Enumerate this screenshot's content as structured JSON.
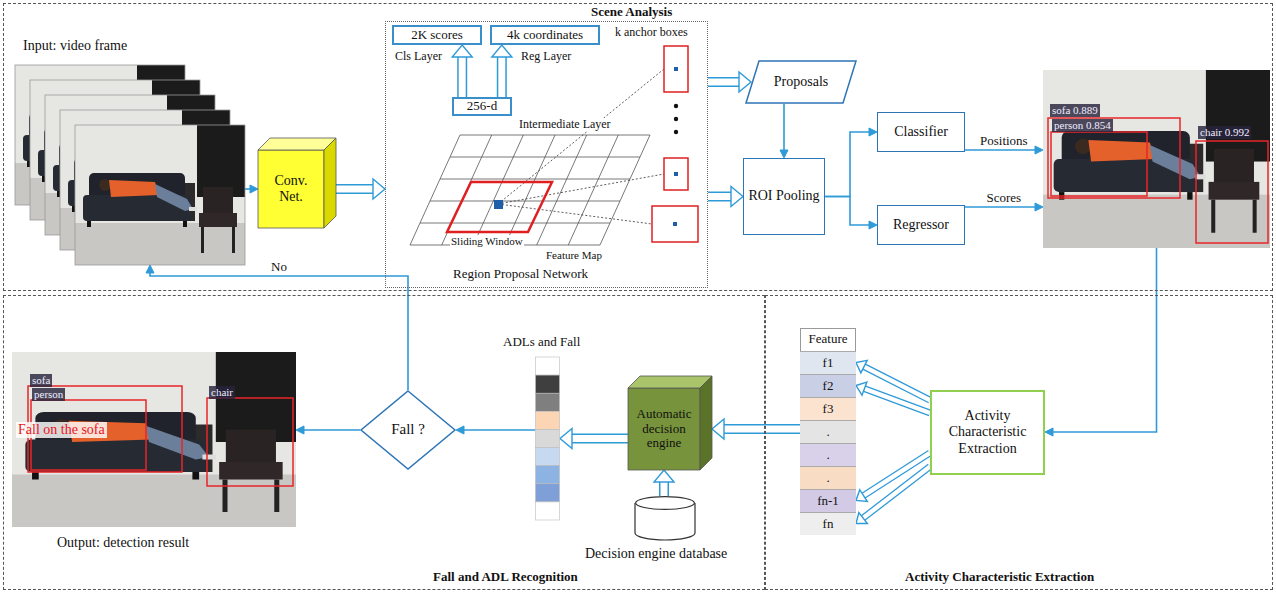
{
  "diagram": {
    "nodes": [
      {
        "text": [
          "Scene Analysis"
        ]
      },
      {
        "text": [
          "Input: video frame"
        ],
        "in": 0
      },
      {
        "text": [
          "Conv. Net."
        ],
        "in": 0
      },
      {
        "text": [
          "Region Proposal Network"
        ],
        "in": 0
      },
      {
        "text": [
          "2K scores"
        ],
        "in": 3
      },
      {
        "text": [
          "4k coordinates"
        ],
        "in": 3
      },
      {
        "text": [
          "256-d"
        ],
        "in": 3
      },
      {
        "text": [
          "Proposals"
        ],
        "in": 0
      },
      {
        "text": [
          "ROI Pooling"
        ],
        "in": 0
      },
      {
        "text": [
          "Classifier"
        ],
        "in": 0
      },
      {
        "text": [
          "Regressor"
        ],
        "in": 0
      },
      {
        "text": [
          "sofa 0.889",
          "person 0.854",
          "chair 0.992"
        ],
        "in": 0
      },
      {
        "text": [
          "Fall and ADL Recognition"
        ]
      },
      {
        "text": [
          "sofa",
          "person",
          "chair",
          "Fall on the sofa",
          "Output: detection result"
        ],
        "in": 12
      },
      {
        "text": [
          "Fall ?"
        ],
        "in": 12
      },
      {
        "text": [
          "ADLs and Fall"
        ],
        "in": 12
      },
      {
        "text": [
          "Automatic decision engine"
        ],
        "in": 12
      },
      {
        "text": [
          "Decision engine database"
        ],
        "in": 12
      },
      {
        "text": [
          "Activity Characteristic Extraction"
        ]
      },
      {
        "text": [
          "Feature"
        ],
        "in": 18
      },
      {
        "text": [
          "f1"
        ],
        "in": 19
      },
      {
        "text": [
          "f2"
        ],
        "in": 19
      },
      {
        "text": [
          "f3"
        ],
        "in": 19
      },
      {
        "text": [
          "."
        ],
        "in": 19
      },
      {
        "text": [
          "."
        ],
        "in": 19
      },
      {
        "text": [
          "."
        ],
        "in": 19
      },
      {
        "text": [
          "fn-1"
        ],
        "in": 19
      },
      {
        "text": [
          "fn"
        ],
        "in": 19
      },
      {
        "text": [
          "Activity Characteristic Extraction"
        ],
        "in": 18
      }
    ],
    "edges": [
      {
        "from": 1,
        "to": 2,
        "arrow": "to"
      },
      {
        "from": 2,
        "to": 3,
        "arrow": "to"
      },
      {
        "from": 6,
        "to": 4,
        "arrow": "to"
      },
      {
        "from": 6,
        "to": 5,
        "arrow": "to"
      },
      {
        "from": 3,
        "to": 7,
        "arrow": "to"
      },
      {
        "from": 3,
        "to": 8,
        "arrow": "to"
      },
      {
        "from": 7,
        "to": 8,
        "arrow": "to"
      },
      {
        "from": 8,
        "to": 9,
        "arrow": "to"
      },
      {
        "from": 8,
        "to": 10,
        "arrow": "to"
      },
      {
        "from": 9,
        "to": 11,
        "label": "Positions",
        "arrow": "to"
      },
      {
        "from": 10,
        "to": 11,
        "label": "Scores",
        "arrow": "to"
      },
      {
        "from": 11,
        "to": 28,
        "arrow": "to"
      },
      {
        "from": 28,
        "to": 20,
        "arrow": "to"
      },
      {
        "from": 28,
        "to": 21,
        "arrow": "to"
      },
      {
        "from": 28,
        "to": 26,
        "arrow": "to"
      },
      {
        "from": 28,
        "to": 27,
        "arrow": "to"
      },
      {
        "from": 19,
        "to": 16,
        "arrow": "to"
      },
      {
        "from": 17,
        "to": 16,
        "arrow": "to"
      },
      {
        "from": 16,
        "to": 15,
        "arrow": "to"
      },
      {
        "from": 15,
        "to": 14,
        "arrow": "to"
      },
      {
        "from": 14,
        "to": 13,
        "arrow": "to"
      },
      {
        "from": 14,
        "to": 1,
        "label": "No",
        "arrow": "to"
      }
    ],
    "labels": [
      "Cls Layer",
      "Reg Layer",
      "k anchor boxes",
      "Intermediate Layer",
      "Sliding Window",
      "Feature Map"
    ]
  }
}
